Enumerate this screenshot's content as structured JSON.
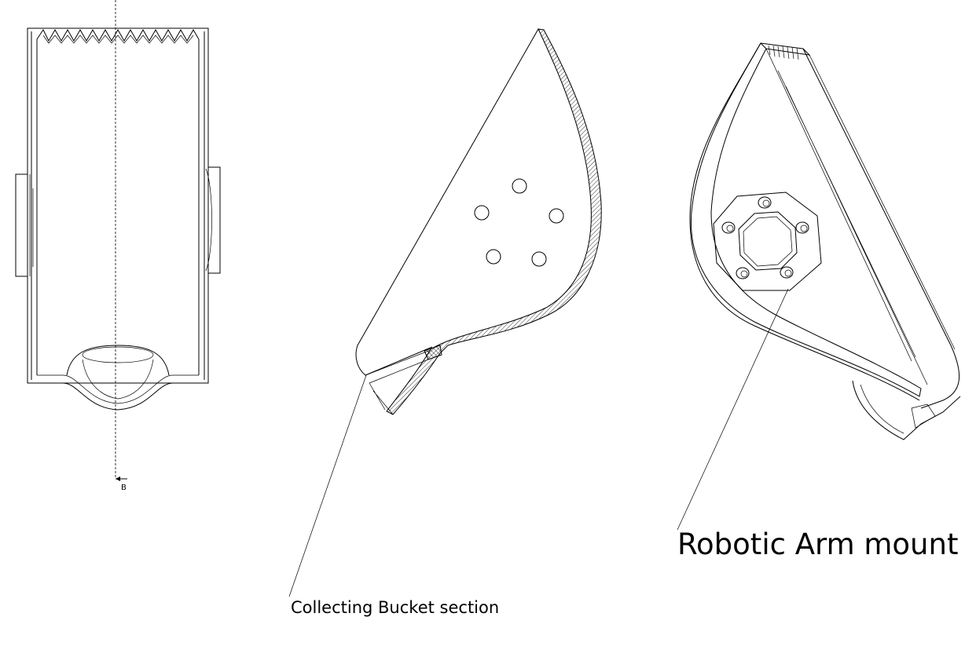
{
  "section_marker": "B",
  "callouts": {
    "robotic_arm_mount": "Robotic Arm mount",
    "collecting_bucket_section": "Collecting Bucket section"
  },
  "colors": {
    "ink": "#000000",
    "background": "#ffffff"
  }
}
